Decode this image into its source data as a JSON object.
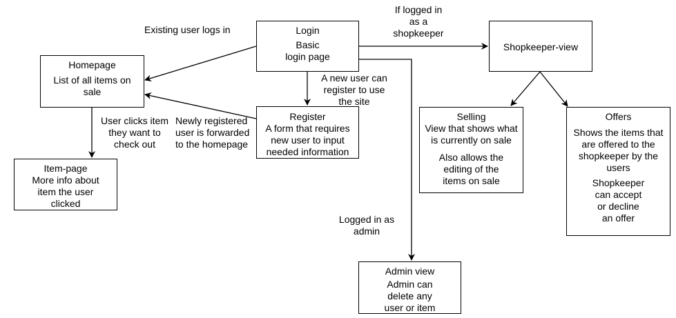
{
  "nodes": {
    "login": {
      "title": "Login",
      "body": [
        "Basic",
        "login page"
      ]
    },
    "homepage": {
      "title": "Homepage",
      "body": [
        "List of all items on",
        "sale"
      ]
    },
    "register": {
      "title": "Register",
      "body": [
        "A form that requires",
        "new user to input",
        "needed information"
      ]
    },
    "item_page": {
      "title": "Item-page",
      "body": [
        "More info about",
        "item the user",
        "clicked"
      ]
    },
    "shopkeeper_view": {
      "title": "Shopkeeper-view"
    },
    "selling": {
      "title": "Selling",
      "body": [
        "View that shows what",
        "is currently on sale",
        "",
        "Also allows the",
        "editing of the",
        "items on sale"
      ]
    },
    "offers": {
      "title": "Offers",
      "body": [
        "Shows the items that",
        "are offered to the",
        "shopkeeper by the",
        "users",
        "Shopkeeper",
        "can accept",
        "or decline",
        "an offer"
      ]
    },
    "admin_view": {
      "title": "Admin view",
      "body": [
        "Admin can",
        "delete any",
        "user or item"
      ]
    }
  },
  "edge_labels": {
    "existing_user": "Existing user logs in",
    "if_shopkeeper": [
      "If logged in",
      "as a",
      "shopkeeper"
    ],
    "new_user": [
      "A new user can",
      "register to use",
      "the site"
    ],
    "user_clicks": [
      "User clicks item",
      "they want to",
      "check out"
    ],
    "newly_registered": [
      "Newly registered",
      "user is forwarded",
      "to the homepage"
    ],
    "logged_admin": [
      "Logged in as",
      "admin"
    ]
  }
}
